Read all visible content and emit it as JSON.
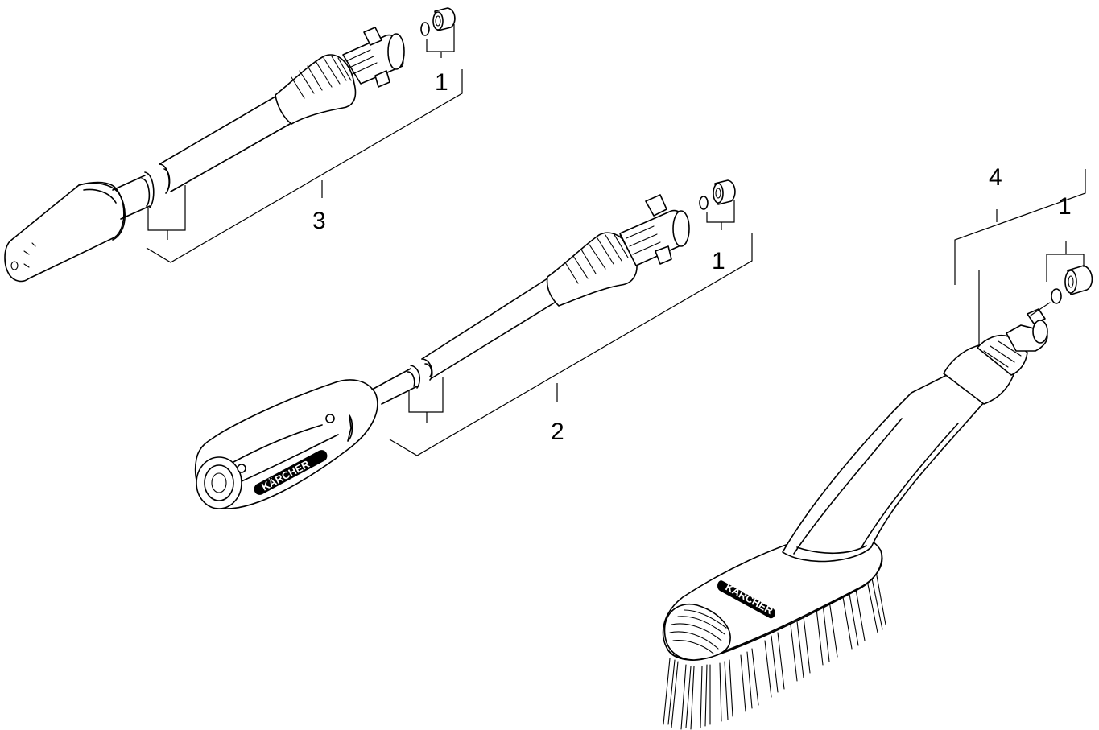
{
  "callouts": {
    "part_1_a": "1",
    "part_1_b": "1",
    "part_1_c": "1",
    "part_2": "2",
    "part_3": "3",
    "part_4": "4"
  },
  "brand": {
    "label": "KÄRCHER"
  },
  "colors": {
    "line": "#000000",
    "background": "#ffffff"
  }
}
